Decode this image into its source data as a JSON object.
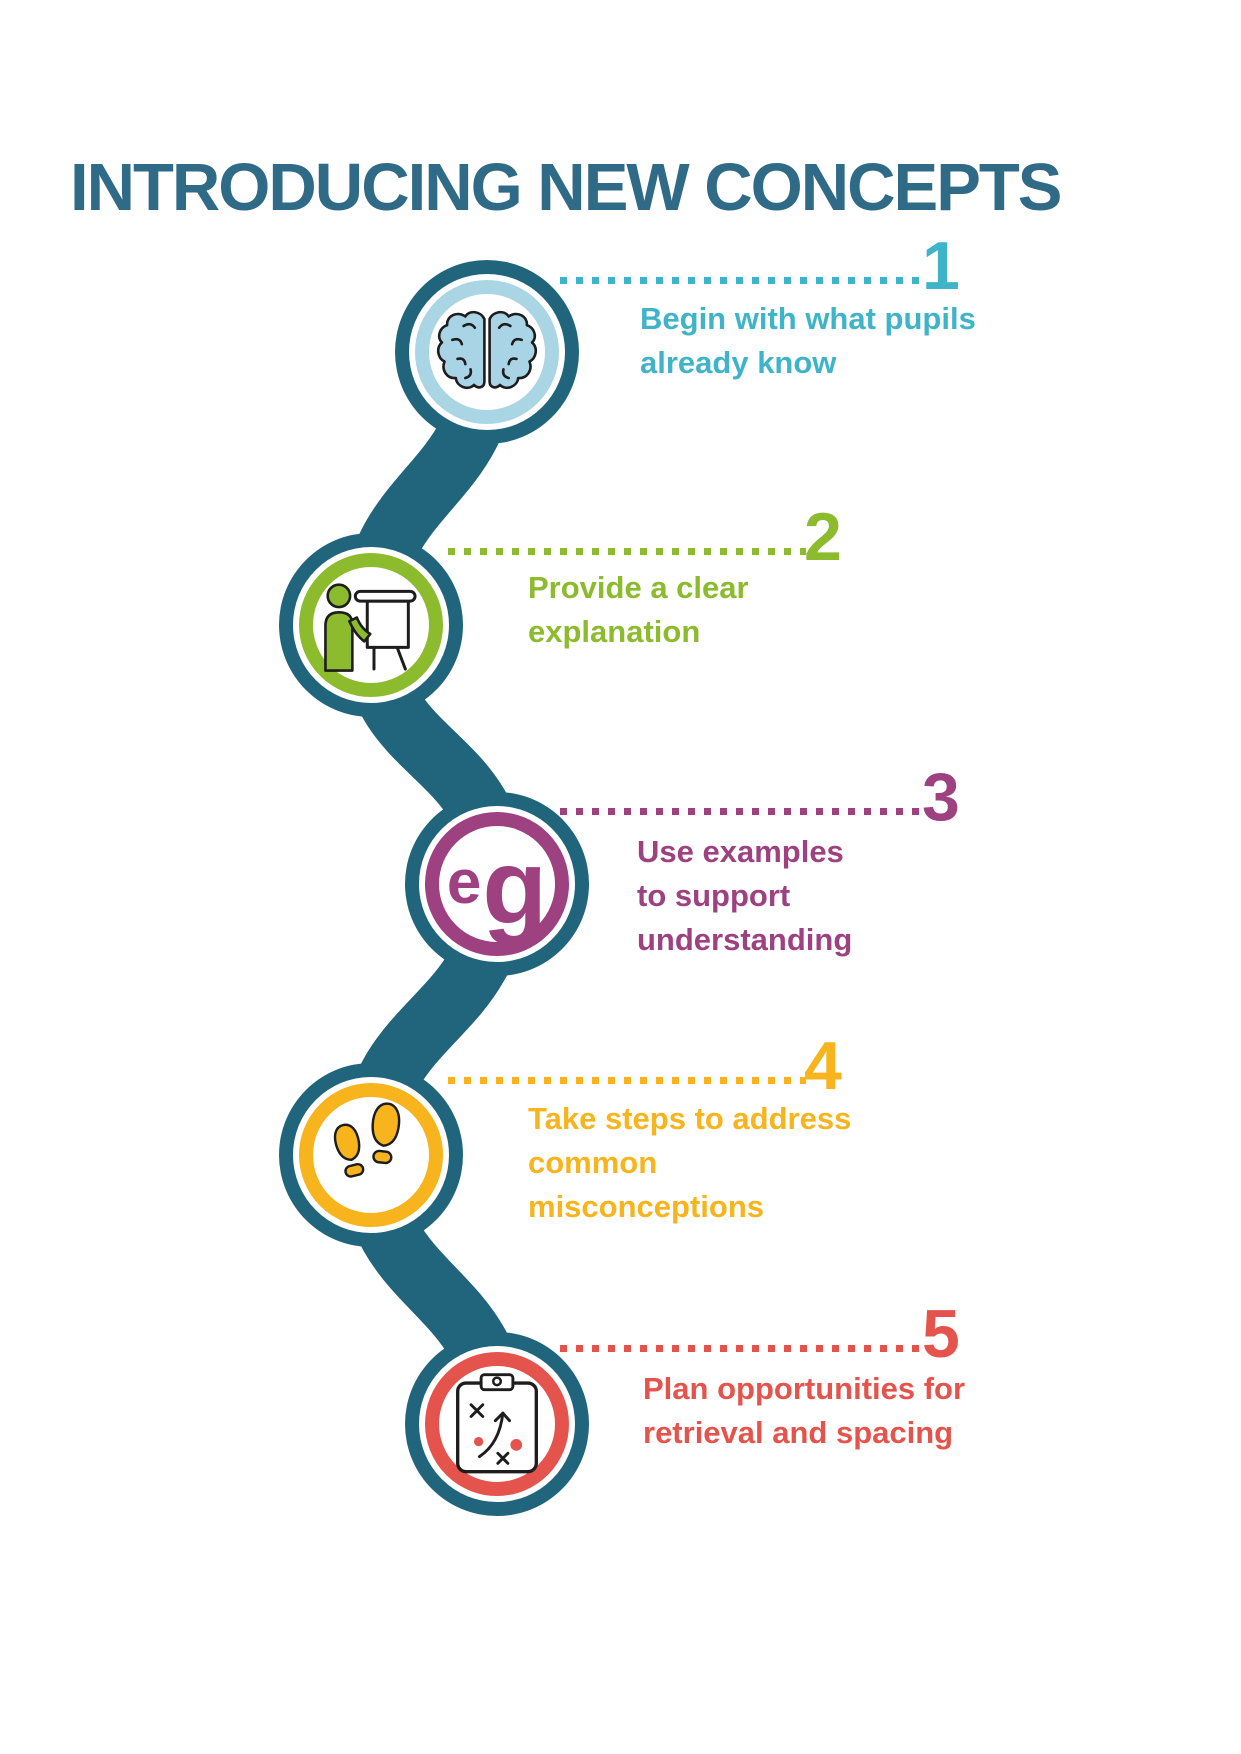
{
  "title": "INTRODUCING NEW CONCEPTS",
  "colors": {
    "connector_path": "#21657d",
    "title": "#2f6a86",
    "background": "#ffffff",
    "icon_outline": "#1d1d1d"
  },
  "steps": [
    {
      "number": "1",
      "label": "Begin with what pupils already know",
      "lines": [
        "Begin with what pupils",
        "already know"
      ],
      "color": "#3fb4c8",
      "ring_color": "#aad5e5",
      "icon": "brain-icon",
      "icon_fill": "#a9d4e6"
    },
    {
      "number": "2",
      "label": "Provide a clear explanation",
      "lines": [
        "Provide a clear",
        "explanation"
      ],
      "color": "#8cbb2d",
      "ring_color": "#8cbb2d",
      "icon": "presenter-flipchart-icon",
      "icon_fill": "#8cbb2d"
    },
    {
      "number": "3",
      "label": "Use examples to support understanding",
      "lines": [
        "Use examples",
        "to support",
        "understanding"
      ],
      "color": "#9d4180",
      "ring_color": "#9d4180",
      "icon": "eg-example-icon",
      "icon_letters": [
        "e",
        "g"
      ]
    },
    {
      "number": "4",
      "label": "Take steps to address common misconceptions",
      "lines": [
        "Take steps to address",
        "common",
        "misconceptions"
      ],
      "color": "#f7b41c",
      "ring_color": "#f7b41c",
      "icon": "footprints-icon",
      "icon_fill": "#f7b41c"
    },
    {
      "number": "5",
      "label": "Plan opportunities for retrieval and spacing",
      "lines": [
        "Plan opportunities for",
        "retrieval and spacing"
      ],
      "color": "#e4544c",
      "ring_color": "#e4544c",
      "icon": "clipboard-plan-icon",
      "icon_accent": "#e4544c"
    }
  ]
}
